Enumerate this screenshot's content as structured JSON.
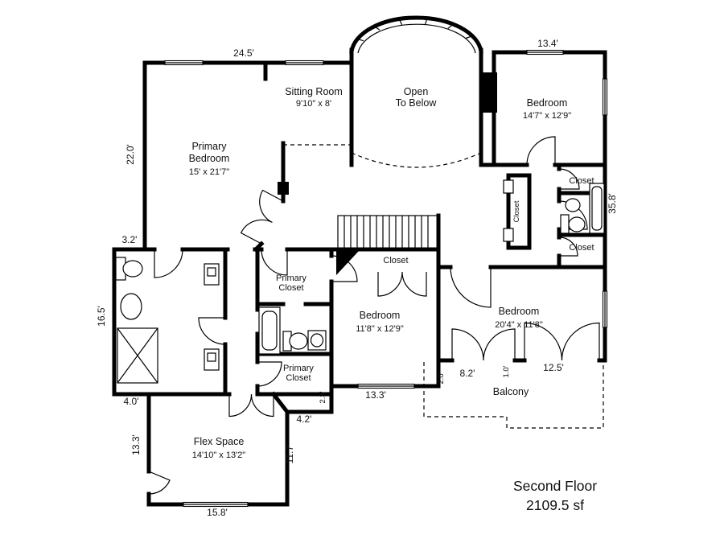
{
  "title": {
    "name": "Second Floor",
    "area": "2109.5 sf"
  },
  "rooms": {
    "primary_bedroom": {
      "line1": "Primary",
      "line2": "Bedroom",
      "dims": "15' x 21'7\""
    },
    "sitting_room": {
      "name": "Sitting Room",
      "dims": "9'10\" x 8'"
    },
    "open_to_below": {
      "line1": "Open",
      "line2": "To Below"
    },
    "bedroom_ne": {
      "name": "Bedroom",
      "dims": "14'7\" x 12'9\""
    },
    "bedroom_mid": {
      "name": "Bedroom",
      "dims": "11'8\" x 12'9\""
    },
    "bedroom_se": {
      "name": "Bedroom",
      "dims": "20'4\" x 11'8\""
    },
    "flex_space": {
      "name": "Flex Space",
      "dims": "14'10\" x 13'2\""
    },
    "balcony": {
      "name": "Balcony"
    },
    "closet_ne": {
      "name": "Closet"
    },
    "closet_hall": {
      "name": "Closet"
    },
    "closet_e": {
      "name": "Closet"
    },
    "closet_center": {
      "name": "Closet"
    },
    "primary_closet_upper": {
      "line1": "Primary",
      "line2": "Closet"
    },
    "primary_closet_lower": {
      "line1": "Primary",
      "line2": "Closet"
    }
  },
  "dimensions": {
    "top_left": "24.5'",
    "top_right": "13.4'",
    "left_upper": "22.0'",
    "left_step": "3.2'",
    "left_mid": "16.5'",
    "left_lower_step": "4.0'",
    "flex_left": "13.3'",
    "flex_bottom": "15.8'",
    "flex_right": "11.7'",
    "hall_bottom": "4.2'",
    "bedroom_step": "2.3'",
    "bedroom_bottom": "13.3'",
    "balcony_seg1": "2.0'",
    "balcony_seg2": "8.2'",
    "balcony_seg3": "1.0'",
    "balcony_seg4": "12.5'",
    "right_side": "35.8'"
  },
  "colors": {
    "wall": "#000000",
    "background": "#ffffff",
    "text": "#111111"
  }
}
